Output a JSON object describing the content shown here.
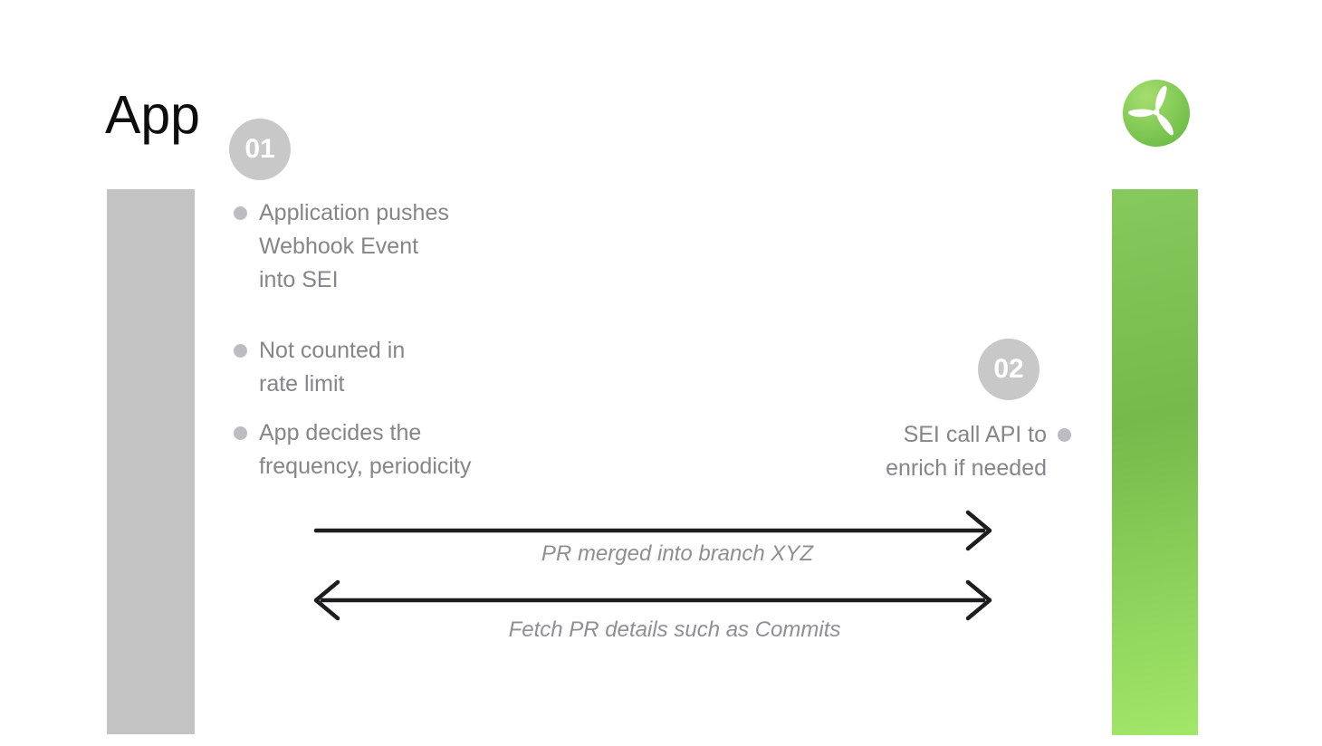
{
  "title": "App",
  "logo": {
    "icon": "propeller-icon"
  },
  "colors": {
    "gray_bar": "#c3c3c4",
    "green_bar_top": "#86c95d",
    "green_bar_mid": "#75ba4b",
    "green_bar_bottom": "#a2e769",
    "badge_bg": "#c8c8c9",
    "badge_text": "#ffffff",
    "body_text": "#85858a",
    "bullet_dot": "#bcbcc1",
    "arrow": "#1d1d1f",
    "label_text": "#8e8e93",
    "logo_green_light": "#a6de70",
    "logo_green_dark": "#66b940"
  },
  "steps": [
    {
      "badge": "01",
      "bullets": [
        "Application pushes\nWebhook Event\ninto SEI",
        "Not counted in\nrate limit",
        "App decides the\nfrequency, periodicity"
      ]
    },
    {
      "badge": "02",
      "bullets": [
        "SEI call API to\nenrich if needed"
      ]
    }
  ],
  "arrows": [
    {
      "direction": "right",
      "label": "PR merged into branch XYZ"
    },
    {
      "direction": "both",
      "label": "Fetch PR details such as Commits"
    }
  ]
}
